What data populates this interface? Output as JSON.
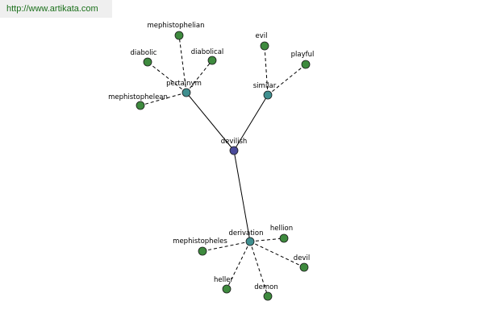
{
  "watermark": {
    "url": "http://www.artikata.com"
  },
  "colors": {
    "root": "#4a4a9a",
    "category": "#3f8f8f",
    "leaf": "#3e8a3e",
    "stroke": "#1a1a1a",
    "background": "#ffffff"
  },
  "nodes": [
    {
      "id": "devilish",
      "label": "devilish",
      "kind": "root"
    },
    {
      "id": "pertainym",
      "label": "pertainym",
      "kind": "category"
    },
    {
      "id": "similar",
      "label": "similar",
      "kind": "category"
    },
    {
      "id": "derivation",
      "label": "derivation",
      "kind": "category"
    },
    {
      "id": "mephistophelian",
      "label": "mephistophelian",
      "kind": "leaf"
    },
    {
      "id": "diabolic",
      "label": "diabolic",
      "kind": "leaf"
    },
    {
      "id": "diabolical",
      "label": "diabolical",
      "kind": "leaf"
    },
    {
      "id": "mephistophelean",
      "label": "mephistophelean",
      "kind": "leaf"
    },
    {
      "id": "evil",
      "label": "evil",
      "kind": "leaf"
    },
    {
      "id": "playful",
      "label": "playful",
      "kind": "leaf"
    },
    {
      "id": "hellion",
      "label": "hellion",
      "kind": "leaf"
    },
    {
      "id": "mephistopheles",
      "label": "mephistopheles",
      "kind": "leaf"
    },
    {
      "id": "devil",
      "label": "devil",
      "kind": "leaf"
    },
    {
      "id": "heller",
      "label": "heller",
      "kind": "leaf"
    },
    {
      "id": "demon",
      "label": "demon",
      "kind": "leaf"
    }
  ],
  "edges": [
    {
      "from": "devilish",
      "to": "pertainym",
      "style": "solid"
    },
    {
      "from": "devilish",
      "to": "similar",
      "style": "solid"
    },
    {
      "from": "devilish",
      "to": "derivation",
      "style": "solid"
    },
    {
      "from": "pertainym",
      "to": "mephistophelian",
      "style": "dashed"
    },
    {
      "from": "pertainym",
      "to": "diabolic",
      "style": "dashed"
    },
    {
      "from": "pertainym",
      "to": "diabolical",
      "style": "dashed"
    },
    {
      "from": "pertainym",
      "to": "mephistophelean",
      "style": "dashed"
    },
    {
      "from": "similar",
      "to": "evil",
      "style": "dashed"
    },
    {
      "from": "similar",
      "to": "playful",
      "style": "dashed"
    },
    {
      "from": "derivation",
      "to": "hellion",
      "style": "dashed"
    },
    {
      "from": "derivation",
      "to": "mephistopheles",
      "style": "dashed"
    },
    {
      "from": "derivation",
      "to": "devil",
      "style": "dashed"
    },
    {
      "from": "derivation",
      "to": "heller",
      "style": "dashed"
    },
    {
      "from": "derivation",
      "to": "demon",
      "style": "dashed"
    }
  ]
}
